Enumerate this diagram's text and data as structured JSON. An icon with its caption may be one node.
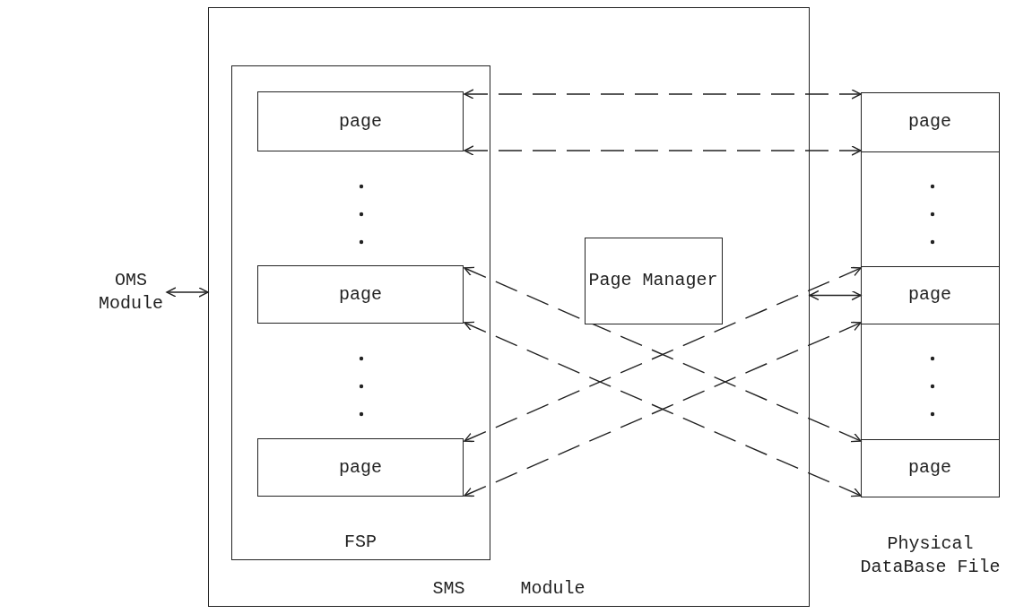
{
  "diagram": {
    "nodes": [
      {
        "text": [
          "OMS Module"
        ]
      },
      {
        "text": [
          "SMS Module"
        ]
      },
      {
        "text": [
          "FSP"
        ],
        "in": 1
      },
      {
        "text": [
          "page"
        ],
        "in": 2
      },
      {
        "text": [
          "page"
        ],
        "in": 2
      },
      {
        "text": [
          "page"
        ],
        "in": 2
      },
      {
        "text": [
          "Page Manager"
        ],
        "in": 1
      },
      {
        "text": [
          "Physical DataBase File"
        ]
      },
      {
        "text": [
          "page"
        ],
        "in": 7
      },
      {
        "text": [
          "page"
        ],
        "in": 7
      },
      {
        "text": [
          "page"
        ],
        "in": 7
      }
    ],
    "edges": [
      {
        "from": 0,
        "to": 1,
        "arrow": "both"
      },
      {
        "from": 3,
        "to": 8,
        "arrow": "both",
        "style": "dashed"
      },
      {
        "from": 3,
        "to": 8,
        "arrow": "both",
        "style": "dashed"
      },
      {
        "from": 4,
        "to": 10,
        "arrow": "both",
        "style": "dashed"
      },
      {
        "from": 4,
        "to": 10,
        "arrow": "both",
        "style": "dashed"
      },
      {
        "from": 5,
        "to": 9,
        "arrow": "both",
        "style": "dashed"
      },
      {
        "from": 5,
        "to": 9,
        "arrow": "both",
        "style": "dashed"
      },
      {
        "from": 1,
        "to": 9,
        "arrow": "both"
      }
    ]
  }
}
